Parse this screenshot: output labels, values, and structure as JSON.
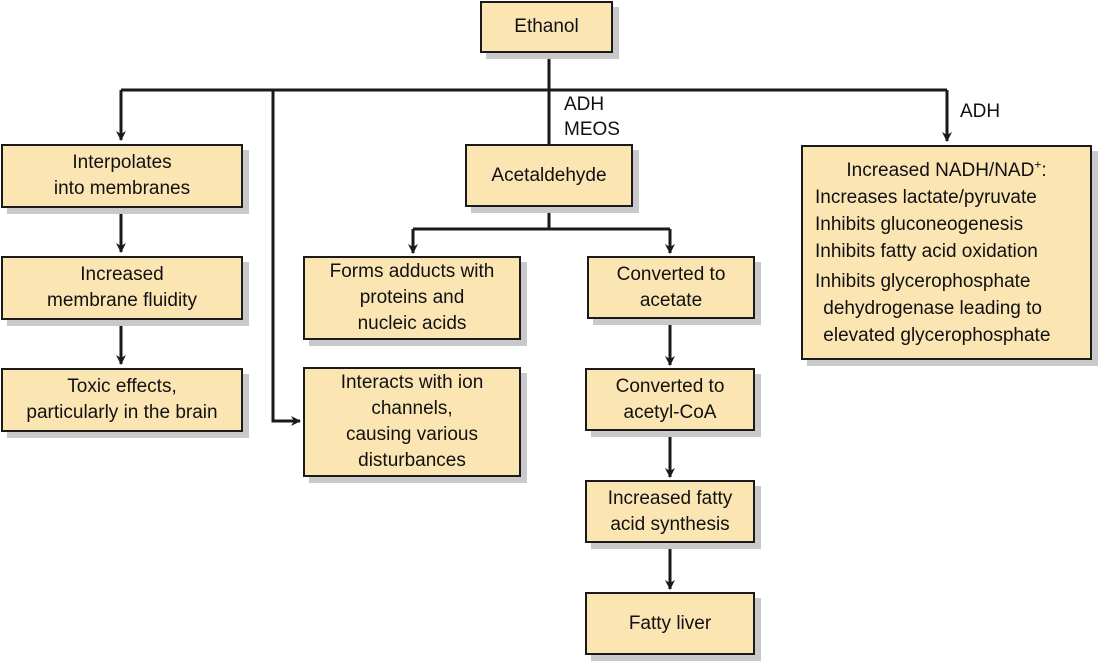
{
  "diagram": {
    "title": "Ethanol metabolism effects",
    "colors": {
      "box_fill": "#fbe5b3",
      "stroke": "#1a1a1a",
      "shadow": "#c9c9cb"
    },
    "nodes": {
      "ethanol": {
        "lines": [
          "Ethanol"
        ]
      },
      "interpolates": {
        "lines": [
          "Interpolates",
          "into membranes"
        ]
      },
      "membrane_fluidity": {
        "lines": [
          "Increased",
          "membrane fluidity"
        ]
      },
      "toxic_effects": {
        "lines": [
          "Toxic effects,",
          "particularly in the brain"
        ]
      },
      "ion_channels": {
        "lines": [
          "Interacts with ion",
          "channels,",
          "causing various",
          "disturbances"
        ]
      },
      "acetaldehyde": {
        "lines": [
          "Acetaldehyde"
        ]
      },
      "adducts": {
        "lines": [
          "Forms adducts with",
          "proteins and",
          "nucleic acids"
        ]
      },
      "acetate": {
        "lines": [
          "Converted to",
          "acetate"
        ]
      },
      "acetyl_coa": {
        "lines": [
          "Converted to",
          "acetyl-CoA"
        ]
      },
      "fatty_acid_synthesis": {
        "lines": [
          "Increased fatty",
          "acid synthesis"
        ]
      },
      "fatty_liver": {
        "lines": [
          "Fatty liver"
        ]
      },
      "nadh": {
        "heading": "Increased NADH/NAD",
        "heading_sup": "+",
        "heading_suffix": ":",
        "lines": [
          "Increases lactate/pyruvate",
          "Inhibits gluconeogenesis",
          "Inhibits fatty acid oxidation",
          "Inhibits glycerophosphate",
          " dehydrogenase leading to",
          " elevated glycerophosphate"
        ]
      }
    },
    "edge_labels": {
      "center_enzyme_1": "ADH",
      "center_enzyme_2": "MEOS",
      "right_enzyme": "ADH"
    }
  }
}
